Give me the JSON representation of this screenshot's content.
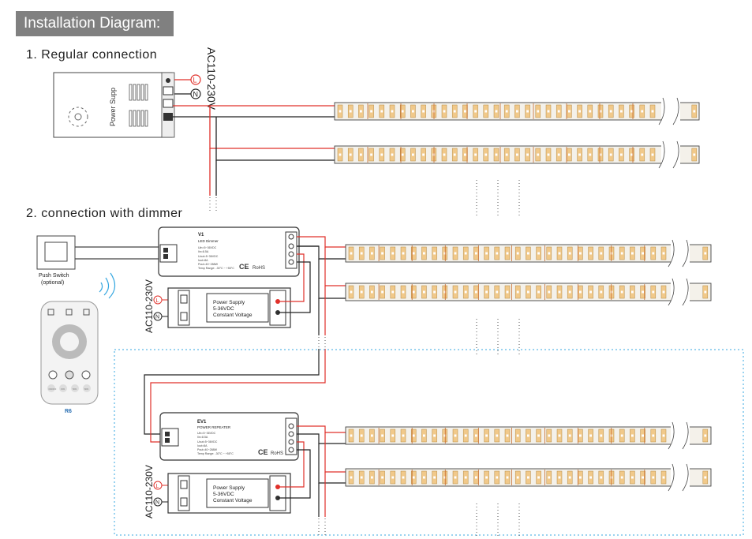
{
  "header": {
    "title": "Installation Diagram:"
  },
  "sections": {
    "regular": "1. Regular connection",
    "dimmer": "2. connection with dimmer"
  },
  "ac_label": "AC110-230V",
  "terminals": {
    "live": "L",
    "neutral": "N"
  },
  "power_supply_1": {
    "text": "Power  Supp"
  },
  "power_supply_2": {
    "line1": "Power Supply",
    "line2": "5-36VDC",
    "line3": "Constant Voltage"
  },
  "dimmer_unit": {
    "model": "V1",
    "name": "LED Dimmer",
    "specs": [
      "Uin=5~36VDC",
      "Iin=8.5A",
      "Uout=5~36VDC",
      "Iout=8A",
      "Pout=40~288W",
      "Temp Range: -30°C ~ +55°C"
    ],
    "rohs": "RoHS",
    "ce": "CE"
  },
  "repeater_unit": {
    "model": "EV1",
    "name": "POWER REPEATER",
    "specs": [
      "Uin=5~36VDC",
      "Iin=8.5A",
      "Uout=5~36VDC",
      "Iout=8A",
      "Pout=40~288W",
      "Temp Range: -30°C ~ +55°C"
    ],
    "rohs": "RoHS",
    "ce": "CE"
  },
  "push_switch": {
    "label": "Push Switch",
    "note": "(optional)"
  },
  "remote": {
    "model": "R6",
    "buttons": [
      "ON/OFF",
      "15%",
      "50%",
      "80%"
    ]
  },
  "colors": {
    "red": "#e0302a",
    "dark": "#222222",
    "strip_bg": "#f4f1ea",
    "led": "#f1c98a",
    "accent_blue": "#35a7e0"
  }
}
